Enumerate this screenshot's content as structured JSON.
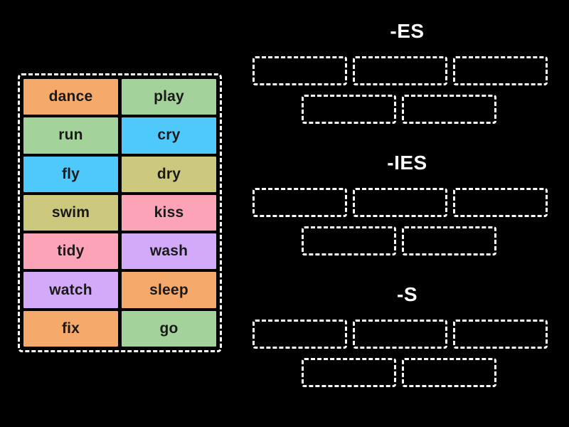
{
  "background_color": "#000000",
  "word_bank": {
    "name": "word-bank",
    "border_color": "#ffffff",
    "colors": {
      "orange": "#F5A96A",
      "green": "#A4D29B",
      "blue": "#4FC8FC",
      "khaki": "#CCC97F",
      "pink": "#FCA3B7",
      "purple": "#D3AAFA",
      "text": "#1a1a1a"
    },
    "tiles": [
      {
        "label": "dance",
        "color": "#F5A96A"
      },
      {
        "label": "play",
        "color": "#A4D29B"
      },
      {
        "label": "run",
        "color": "#A4D29B"
      },
      {
        "label": "cry",
        "color": "#4FC8FC"
      },
      {
        "label": "fly",
        "color": "#4FC8FC"
      },
      {
        "label": "dry",
        "color": "#CCC97F"
      },
      {
        "label": "swim",
        "color": "#CCC97F"
      },
      {
        "label": "kiss",
        "color": "#FCA3B7"
      },
      {
        "label": "tidy",
        "color": "#FCA3B7"
      },
      {
        "label": "wash",
        "color": "#D3AAFA"
      },
      {
        "label": "watch",
        "color": "#D3AAFA"
      },
      {
        "label": "sleep",
        "color": "#F5A96A"
      },
      {
        "label": "fix",
        "color": "#F5A96A"
      },
      {
        "label": "go",
        "color": "#A4D29B"
      }
    ]
  },
  "groups": [
    {
      "title": "-ES",
      "title_color": "#ffffff",
      "slots_row1": [
        "",
        "",
        ""
      ],
      "slots_row2": [
        "",
        ""
      ]
    },
    {
      "title": "-IES",
      "title_color": "#ffffff",
      "slots_row1": [
        "",
        "",
        ""
      ],
      "slots_row2": [
        "",
        ""
      ]
    },
    {
      "title": "-S",
      "title_color": "#ffffff",
      "slots_row1": [
        "",
        "",
        ""
      ],
      "slots_row2": [
        "",
        ""
      ]
    }
  ]
}
